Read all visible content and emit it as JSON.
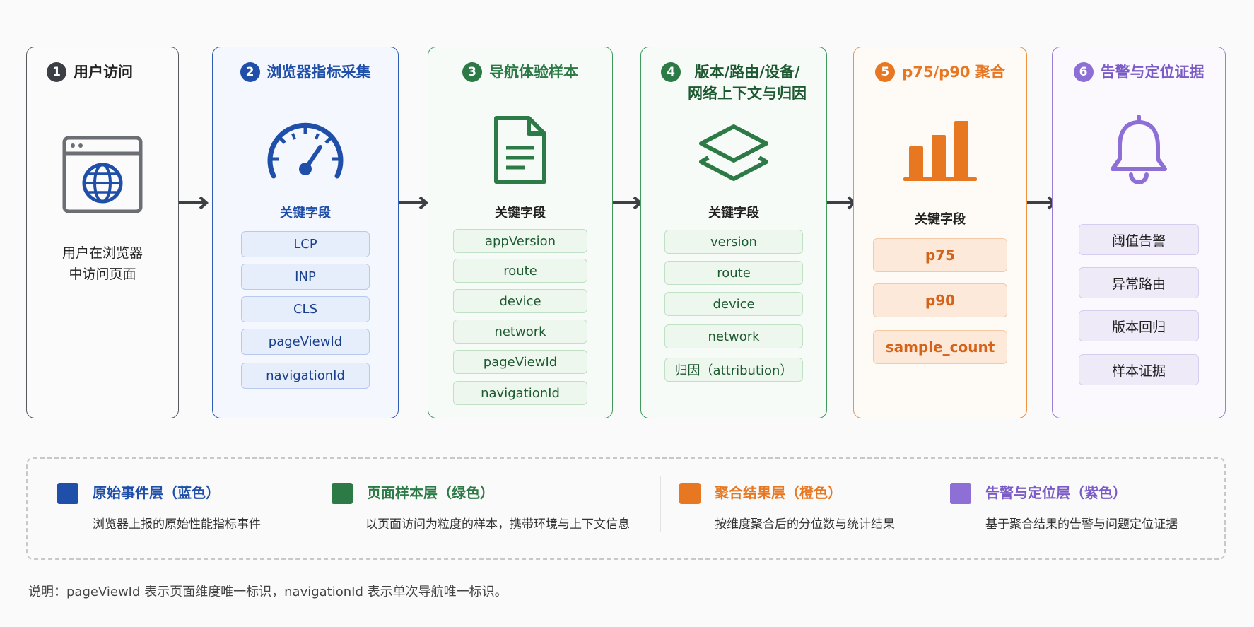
{
  "colors": {
    "dark": "#3c3f44",
    "blue": "#1f4fa8",
    "green": "#2c7a45",
    "orange": "#e87722",
    "purple": "#7b5cc6"
  },
  "steps": [
    {
      "number": "1",
      "title": "用户访问",
      "icon": "browser-globe-icon",
      "description": "用户在浏览器\n中访问页面"
    },
    {
      "number": "2",
      "title": "浏览器指标采集",
      "icon": "gauge-icon",
      "fields_label": "关键字段",
      "fields": [
        "LCP",
        "INP",
        "CLS",
        "pageViewId",
        "navigationId"
      ]
    },
    {
      "number": "3",
      "title": "导航体验样本",
      "icon": "document-icon",
      "fields_label": "关键字段",
      "fields": [
        "appVersion",
        "route",
        "device",
        "network",
        "pageViewId",
        "navigationId"
      ]
    },
    {
      "number": "4",
      "title": "版本/路由/设备/\n网络上下文与归因",
      "icon": "layers-icon",
      "fields_label": "关键字段",
      "fields": [
        "version",
        "route",
        "device",
        "network",
        "归因（attribution）"
      ]
    },
    {
      "number": "5",
      "title": "p75/p90 聚合",
      "icon": "bar-chart-icon",
      "fields_label": "关键字段",
      "fields": [
        "p75",
        "p90",
        "sample_count"
      ]
    },
    {
      "number": "6",
      "title": "告警与定位证据",
      "icon": "bell-icon",
      "fields": [
        "阈值告警",
        "异常路由",
        "版本回归",
        "样本证据"
      ]
    }
  ],
  "legend": [
    {
      "title": "原始事件层（蓝色）",
      "description": "浏览器上报的原始性能指标事件",
      "color": "#1f4fa8"
    },
    {
      "title": "页面样本层（绿色）",
      "description": "以页面访问为粒度的样本，携带环境与上下文信息",
      "color": "#2c7a45"
    },
    {
      "title": "聚合结果层（橙色）",
      "description": "按维度聚合后的分位数与统计结果",
      "color": "#e87722"
    },
    {
      "title": "告警与定位层（紫色）",
      "description": "基于聚合结果的告警与问题定位证据",
      "color": "#7b5cc6"
    }
  ],
  "footnote": "说明：pageViewId 表示页面维度唯一标识，navigationId 表示单次导航唯一标识。"
}
